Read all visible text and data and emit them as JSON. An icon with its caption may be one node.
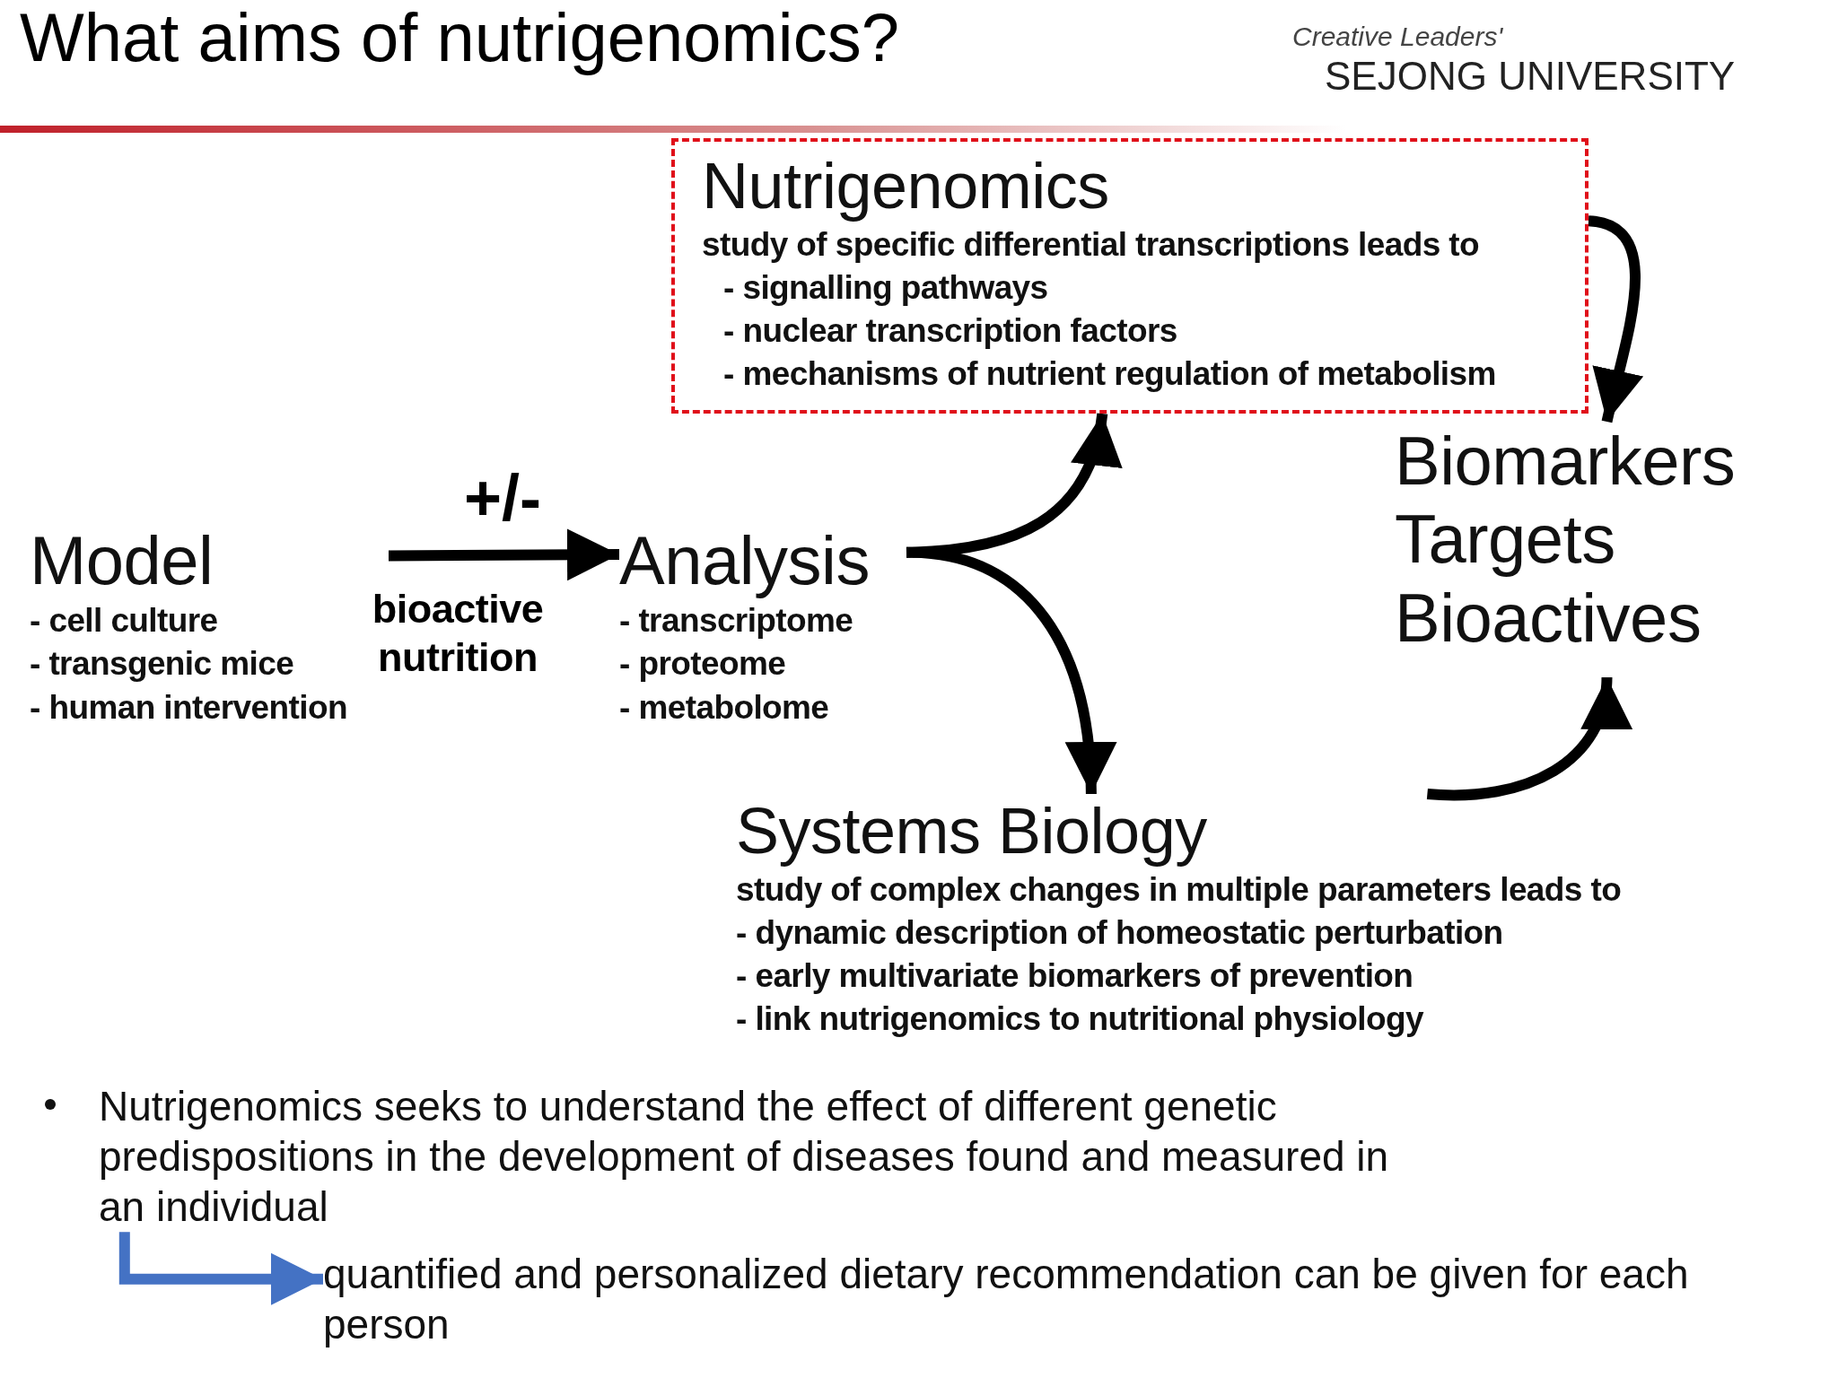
{
  "diagram": {
    "title": "What aims of nutrigenomics?",
    "nodes": [
      {
        "text": [
          "Nutrigenomics",
          "study of specific differential transcriptions leads to",
          "- signalling pathways",
          "- nuclear transcription factors",
          "- mechanisms of nutrient regulation of metabolism"
        ]
      },
      {
        "text": [
          "Model",
          "- cell culture",
          "- transgenic mice",
          "- human intervention"
        ]
      },
      {
        "text": [
          "Analysis",
          "- transcriptome",
          "- proteome",
          "- metabolome"
        ]
      },
      {
        "text": [
          "Biomarkers",
          "Targets",
          "Bioactives"
        ]
      },
      {
        "text": [
          "Systems Biology",
          "study of complex changes in multiple parameters leads to",
          "- dynamic description of homeostatic perturbation",
          "- early multivariate biomarkers of prevention",
          "- link nutrigenomics to nutritional physiology"
        ]
      },
      {
        "text": [
          "Nutrigenomics seeks to understand the effect of different genetic predispositions in the development of diseases found and measured in an individual"
        ]
      },
      {
        "text": [
          "quantified and personalized dietary recommendation can be given for each person"
        ]
      }
    ],
    "edges": [
      {
        "from": 1,
        "to": 2,
        "arrow": "to",
        "label": "+/-"
      },
      {
        "from": 2,
        "to": 0,
        "arrow": "to"
      },
      {
        "from": 2,
        "to": 4,
        "arrow": "to"
      },
      {
        "from": 0,
        "to": 3,
        "arrow": "to"
      },
      {
        "from": 4,
        "to": 3,
        "arrow": "to"
      },
      {
        "from": 5,
        "to": 6,
        "arrow": "to",
        "color": "#4472c4"
      }
    ],
    "labels": [
      "Creative Leaders'",
      "SEJONG UNIVERSITY",
      "bioactive nutrition"
    ]
  }
}
